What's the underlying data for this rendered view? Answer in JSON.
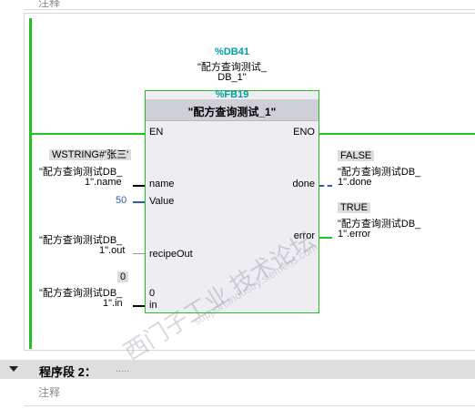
{
  "top_comment": "注释",
  "instance_db": {
    "name": "%DB41",
    "symbol_line1": "\"配方查询测试_",
    "symbol_line2": "DB_1\""
  },
  "block": {
    "type": "%FB19",
    "title": "\"配方查询测试_1\"",
    "pins": {
      "en": "EN",
      "eno": "ENO",
      "name": "name",
      "value": "Value",
      "recipe_out": "recipeOut",
      "in": "in",
      "done": "done",
      "error": "error",
      "in_value": "0"
    }
  },
  "inputs": {
    "name_monitor": "WSTRING#'张三'",
    "name_line1": "\"配方查询测试DB_",
    "name_line2": "1\".name",
    "value_const": "50",
    "out_line1": "\"配方查询测试DB_",
    "out_line2": "1\".out",
    "in_monitor": "0",
    "in_line1": "\"配方查询测试DB_",
    "in_line2": "1\".in"
  },
  "outputs": {
    "done_monitor": "FALSE",
    "done_line1": "\"配方查询测试DB_",
    "done_line2": "1\".done",
    "error_monitor": "TRUE",
    "error_line1": "\"配方查询测试DB_",
    "error_line2": "1\".error"
  },
  "network2": {
    "title": "程序段 2：",
    "dots": ".....",
    "comment": "注释"
  },
  "watermark": {
    "main": "西门子工业  技术论坛",
    "url": "support.industry.siemens.com"
  },
  "colors": {
    "power_rail": "#22c022",
    "db_name": "#00a0a0",
    "block_fill": "#ededf2",
    "block_header": "#cfcfd8",
    "constant": "#2b5ea8",
    "section_bar": "#dedede"
  }
}
